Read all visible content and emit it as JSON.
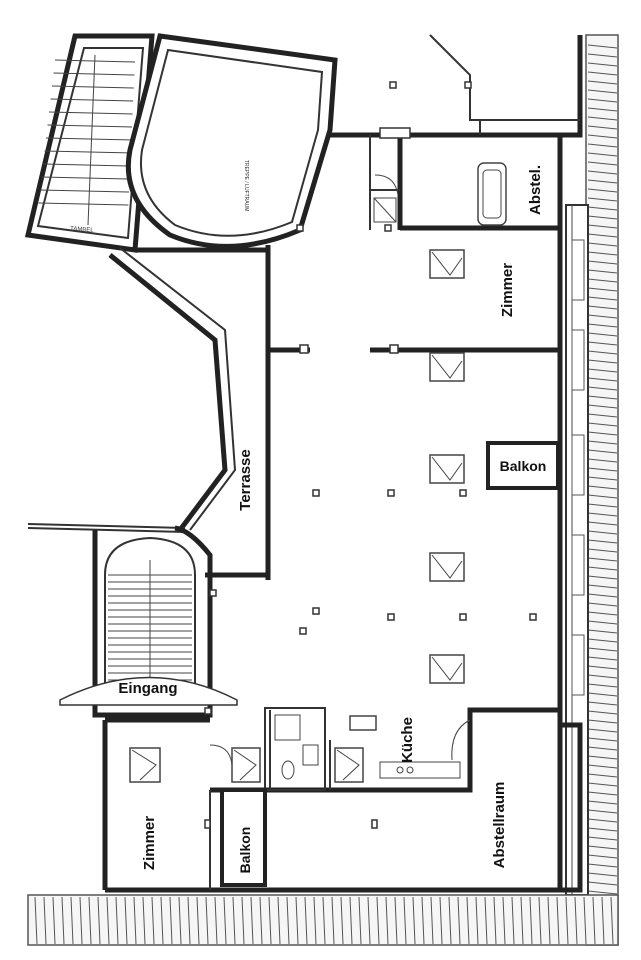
{
  "rooms": {
    "abstel": "Abstel.",
    "zimmer_top": "Zimmer",
    "balkon_right": "Balkon",
    "terrasse": "Terrasse",
    "eingang": "Eingang",
    "kueche": "Küche",
    "abstellraum": "Abstellraum",
    "zimmer_bottom": "Zimmer",
    "balkon_bottom": "Balkon"
  }
}
